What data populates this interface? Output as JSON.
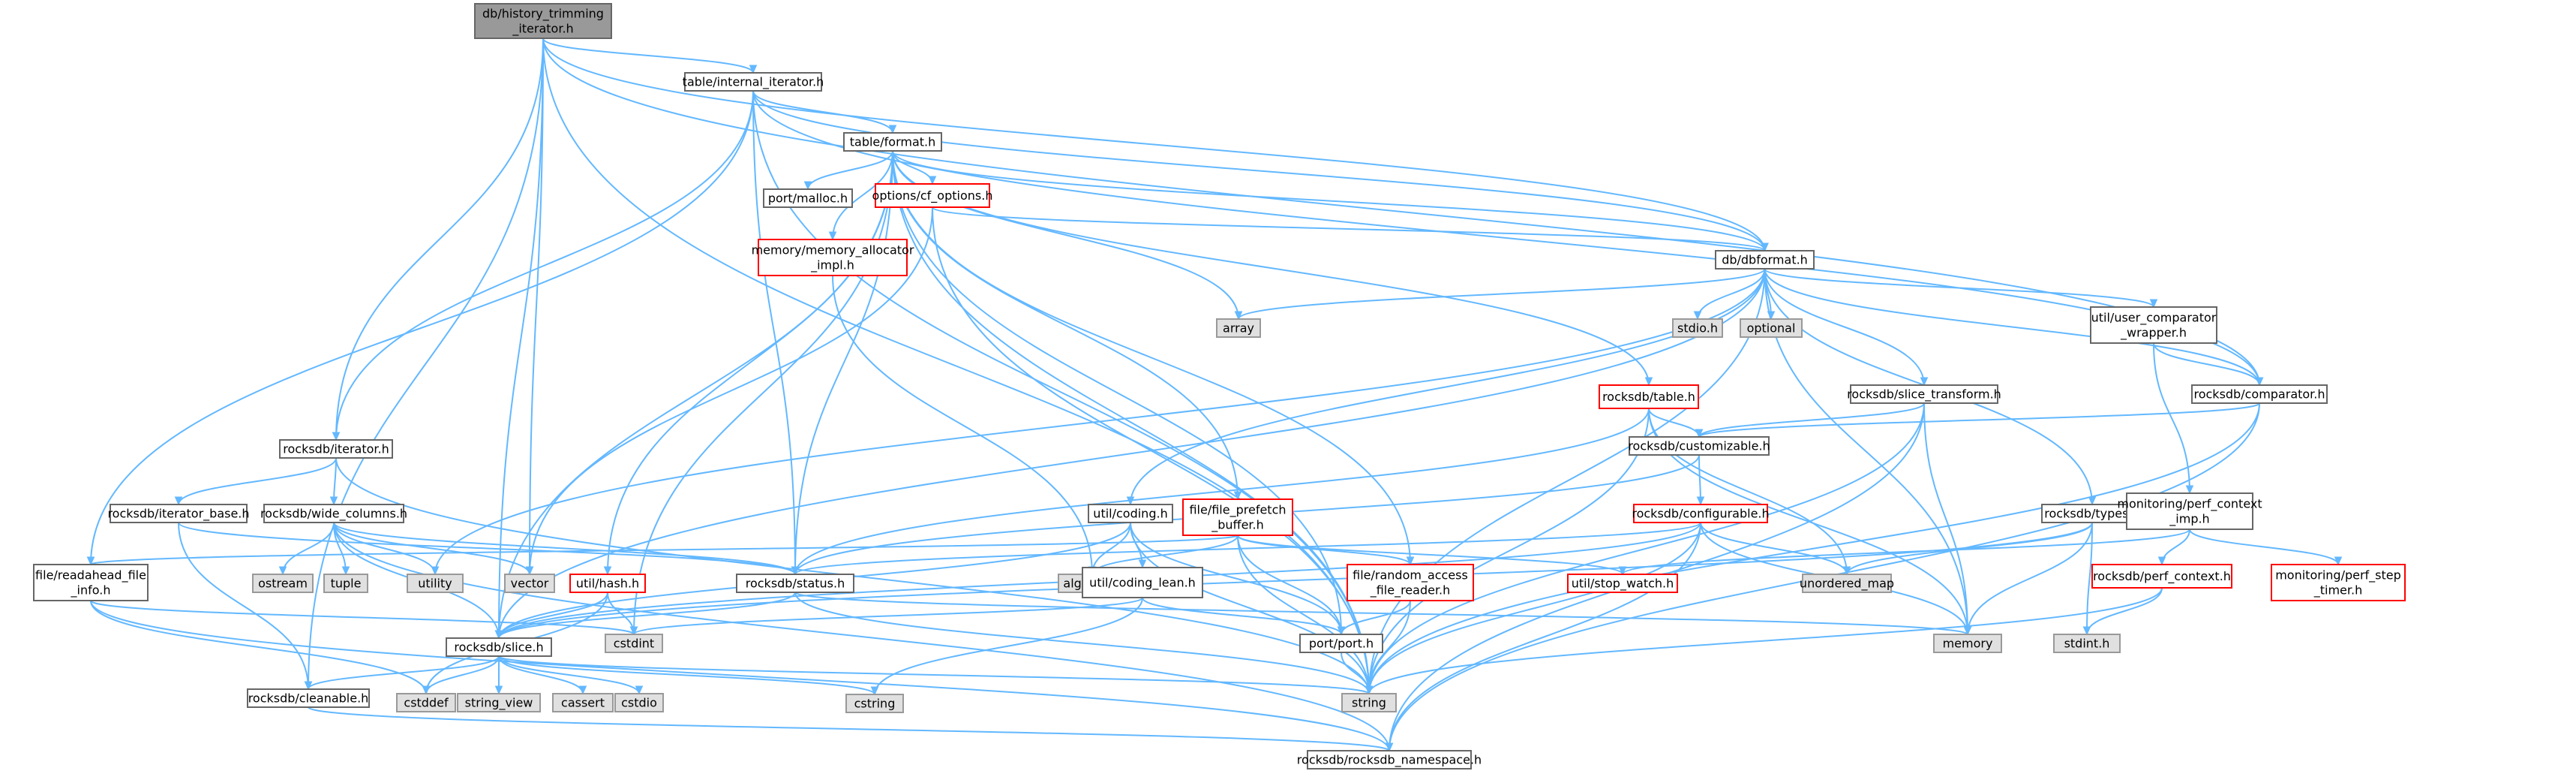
{
  "colors": {
    "root_fill": "#999999",
    "root_stroke": "#666666",
    "normal_fill": "#ffffff",
    "normal_stroke": "#666666",
    "red_stroke": "#ff0000",
    "system_fill": "#e0e0e0",
    "system_stroke": "#999999",
    "edge": "#63b8ff"
  },
  "nodes": [
    {
      "id": "root",
      "kind": "root",
      "lines": [
        "db/history_trimming",
        "_iterator.h"
      ]
    },
    {
      "id": "internal_iterator",
      "kind": "normal",
      "lines": [
        "table/internal_iterator.h"
      ]
    },
    {
      "id": "format",
      "kind": "normal",
      "lines": [
        "table/format.h"
      ]
    },
    {
      "id": "port_malloc",
      "kind": "normal",
      "lines": [
        "port/malloc.h"
      ]
    },
    {
      "id": "cf_options",
      "kind": "red",
      "lines": [
        "options/cf_options.h"
      ]
    },
    {
      "id": "mem_alloc",
      "kind": "red",
      "lines": [
        "memory/memory_allocator",
        "_impl.h"
      ]
    },
    {
      "id": "dbformat",
      "kind": "normal",
      "lines": [
        "db/dbformat.h"
      ]
    },
    {
      "id": "array",
      "kind": "system",
      "lines": [
        "array"
      ]
    },
    {
      "id": "stdio_h",
      "kind": "system",
      "lines": [
        "stdio.h"
      ]
    },
    {
      "id": "optional",
      "kind": "system",
      "lines": [
        "optional"
      ]
    },
    {
      "id": "user_cmp",
      "kind": "normal",
      "lines": [
        "util/user_comparator",
        "_wrapper.h"
      ]
    },
    {
      "id": "rtable",
      "kind": "red",
      "lines": [
        "rocksdb/table.h"
      ]
    },
    {
      "id": "slice_transform",
      "kind": "normal",
      "lines": [
        "rocksdb/slice_transform.h"
      ]
    },
    {
      "id": "comparator",
      "kind": "normal",
      "lines": [
        "rocksdb/comparator.h"
      ]
    },
    {
      "id": "customizable",
      "kind": "normal",
      "lines": [
        "rocksdb/customizable.h"
      ]
    },
    {
      "id": "riterator",
      "kind": "normal",
      "lines": [
        "rocksdb/iterator.h"
      ]
    },
    {
      "id": "iterator_base",
      "kind": "normal",
      "lines": [
        "rocksdb/iterator_base.h"
      ]
    },
    {
      "id": "wide_columns",
      "kind": "normal",
      "lines": [
        "rocksdb/wide_columns.h"
      ]
    },
    {
      "id": "coding",
      "kind": "normal",
      "lines": [
        "util/coding.h"
      ]
    },
    {
      "id": "file_prefetch",
      "kind": "red",
      "lines": [
        "file/file_prefetch",
        "_buffer.h"
      ]
    },
    {
      "id": "configurable",
      "kind": "red",
      "lines": [
        "rocksdb/configurable.h"
      ]
    },
    {
      "id": "types",
      "kind": "normal",
      "lines": [
        "rocksdb/types.h"
      ]
    },
    {
      "id": "perf_context_imp",
      "kind": "normal",
      "lines": [
        "monitoring/perf_context",
        "_imp.h"
      ]
    },
    {
      "id": "readahead",
      "kind": "normal",
      "lines": [
        "file/readahead_file",
        "_info.h"
      ]
    },
    {
      "id": "ostream",
      "kind": "system",
      "lines": [
        "ostream"
      ]
    },
    {
      "id": "tuple",
      "kind": "system",
      "lines": [
        "tuple"
      ]
    },
    {
      "id": "utility",
      "kind": "system",
      "lines": [
        "utility"
      ]
    },
    {
      "id": "vector",
      "kind": "system",
      "lines": [
        "vector"
      ]
    },
    {
      "id": "util_hash",
      "kind": "red",
      "lines": [
        "util/hash.h"
      ]
    },
    {
      "id": "status",
      "kind": "normal",
      "lines": [
        "rocksdb/status.h"
      ]
    },
    {
      "id": "algorithm",
      "kind": "system",
      "lines": [
        "algorithm"
      ]
    },
    {
      "id": "coding_lean",
      "kind": "normal",
      "lines": [
        "util/coding_lean.h"
      ]
    },
    {
      "id": "random_access",
      "kind": "red",
      "lines": [
        "file/random_access",
        "_file_reader.h"
      ]
    },
    {
      "id": "stop_watch",
      "kind": "red",
      "lines": [
        "util/stop_watch.h"
      ]
    },
    {
      "id": "unordered_map",
      "kind": "system",
      "lines": [
        "unordered_map"
      ]
    },
    {
      "id": "perf_context",
      "kind": "red",
      "lines": [
        "rocksdb/perf_context.h"
      ]
    },
    {
      "id": "perf_step_timer",
      "kind": "red",
      "lines": [
        "monitoring/perf_step",
        "_timer.h"
      ]
    },
    {
      "id": "cstdint",
      "kind": "system",
      "lines": [
        "cstdint"
      ]
    },
    {
      "id": "memory",
      "kind": "system",
      "lines": [
        "memory"
      ]
    },
    {
      "id": "slice",
      "kind": "normal",
      "lines": [
        "rocksdb/slice.h"
      ]
    },
    {
      "id": "port_port",
      "kind": "normal",
      "lines": [
        "port/port.h"
      ]
    },
    {
      "id": "stdint_h",
      "kind": "system",
      "lines": [
        "stdint.h"
      ]
    },
    {
      "id": "cleanable",
      "kind": "normal",
      "lines": [
        "rocksdb/cleanable.h"
      ]
    },
    {
      "id": "cstddef",
      "kind": "system",
      "lines": [
        "cstddef"
      ]
    },
    {
      "id": "string_view",
      "kind": "system",
      "lines": [
        "string_view"
      ]
    },
    {
      "id": "cassert",
      "kind": "system",
      "lines": [
        "cassert"
      ]
    },
    {
      "id": "cstdio",
      "kind": "system",
      "lines": [
        "cstdio"
      ]
    },
    {
      "id": "cstring",
      "kind": "system",
      "lines": [
        "cstring"
      ]
    },
    {
      "id": "string",
      "kind": "system",
      "lines": [
        "string"
      ]
    },
    {
      "id": "namespace",
      "kind": "normal",
      "lines": [
        "rocksdb/rocksdb_namespace.h"
      ]
    }
  ],
  "edges": [
    [
      "root",
      "internal_iterator"
    ],
    [
      "root",
      "dbformat"
    ],
    [
      "root",
      "riterator"
    ],
    [
      "root",
      "vector"
    ],
    [
      "root",
      "slice"
    ],
    [
      "root",
      "cleanable"
    ],
    [
      "root",
      "string"
    ],
    [
      "root",
      "comparator"
    ],
    [
      "internal_iterator",
      "format"
    ],
    [
      "internal_iterator",
      "dbformat"
    ],
    [
      "internal_iterator",
      "riterator"
    ],
    [
      "internal_iterator",
      "status"
    ],
    [
      "internal_iterator",
      "readahead"
    ],
    [
      "internal_iterator",
      "comparator"
    ],
    [
      "internal_iterator",
      "string"
    ],
    [
      "format",
      "port_malloc"
    ],
    [
      "format",
      "cf_options"
    ],
    [
      "format",
      "mem_alloc"
    ],
    [
      "format",
      "array"
    ],
    [
      "format",
      "rtable"
    ],
    [
      "format",
      "file_prefetch"
    ],
    [
      "format",
      "random_access"
    ],
    [
      "format",
      "port_port"
    ],
    [
      "format",
      "status"
    ],
    [
      "format",
      "slice"
    ],
    [
      "format",
      "util_hash"
    ],
    [
      "format",
      "cstdint"
    ],
    [
      "format",
      "string"
    ],
    [
      "format",
      "dbformat"
    ],
    [
      "cf_options",
      "dbformat"
    ],
    [
      "cf_options",
      "vector"
    ],
    [
      "cf_options",
      "string"
    ],
    [
      "mem_alloc",
      "algorithm"
    ],
    [
      "dbformat",
      "array"
    ],
    [
      "dbformat",
      "stdio_h"
    ],
    [
      "dbformat",
      "optional"
    ],
    [
      "dbformat",
      "user_cmp"
    ],
    [
      "dbformat",
      "slice_transform"
    ],
    [
      "dbformat",
      "comparator"
    ],
    [
      "dbformat",
      "types"
    ],
    [
      "dbformat",
      "coding"
    ],
    [
      "dbformat",
      "slice"
    ],
    [
      "dbformat",
      "utility"
    ],
    [
      "dbformat",
      "memory"
    ],
    [
      "dbformat",
      "string"
    ],
    [
      "user_cmp",
      "comparator"
    ],
    [
      "user_cmp",
      "perf_context_imp"
    ],
    [
      "rtable",
      "customizable"
    ],
    [
      "rtable",
      "status"
    ],
    [
      "rtable",
      "unordered_map"
    ],
    [
      "rtable",
      "memory"
    ],
    [
      "rtable",
      "string"
    ],
    [
      "slice_transform",
      "customizable"
    ],
    [
      "slice_transform",
      "memory"
    ],
    [
      "slice_transform",
      "string"
    ],
    [
      "slice_transform",
      "namespace"
    ],
    [
      "comparator",
      "customizable"
    ],
    [
      "comparator",
      "string"
    ],
    [
      "comparator",
      "namespace"
    ],
    [
      "customizable",
      "configurable"
    ],
    [
      "customizable",
      "status"
    ],
    [
      "riterator",
      "iterator_base"
    ],
    [
      "riterator",
      "wide_columns"
    ],
    [
      "riterator",
      "string"
    ],
    [
      "iterator_base",
      "status"
    ],
    [
      "iterator_base",
      "cleanable"
    ],
    [
      "wide_columns",
      "ostream"
    ],
    [
      "wide_columns",
      "tuple"
    ],
    [
      "wide_columns",
      "utility"
    ],
    [
      "wide_columns",
      "vector"
    ],
    [
      "wide_columns",
      "status"
    ],
    [
      "wide_columns",
      "slice"
    ],
    [
      "wide_columns",
      "namespace"
    ],
    [
      "coding",
      "coding_lean"
    ],
    [
      "coding",
      "algorithm"
    ],
    [
      "coding",
      "port_port"
    ],
    [
      "coding",
      "slice"
    ],
    [
      "coding",
      "string"
    ],
    [
      "file_prefetch",
      "random_access"
    ],
    [
      "file_prefetch",
      "stop_watch"
    ],
    [
      "file_prefetch",
      "algorithm"
    ],
    [
      "file_prefetch",
      "port_port"
    ],
    [
      "file_prefetch",
      "string"
    ],
    [
      "file_prefetch",
      "readahead"
    ],
    [
      "configurable",
      "status"
    ],
    [
      "configurable",
      "unordered_map"
    ],
    [
      "configurable",
      "memory"
    ],
    [
      "configurable",
      "string"
    ],
    [
      "configurable",
      "slice"
    ],
    [
      "configurable",
      "namespace"
    ],
    [
      "types",
      "stdint_h"
    ],
    [
      "types",
      "memory"
    ],
    [
      "types",
      "slice"
    ],
    [
      "types",
      "unordered_map"
    ],
    [
      "perf_context_imp",
      "perf_context"
    ],
    [
      "perf_context_imp",
      "perf_step_timer"
    ],
    [
      "perf_context_imp",
      "stop_watch"
    ],
    [
      "perf_context",
      "stdint_h"
    ],
    [
      "perf_context",
      "string"
    ],
    [
      "readahead",
      "cstdint"
    ],
    [
      "readahead",
      "cstddef"
    ],
    [
      "readahead",
      "namespace"
    ],
    [
      "util_hash",
      "cstdint"
    ],
    [
      "util_hash",
      "cstddef"
    ],
    [
      "util_hash",
      "slice"
    ],
    [
      "status",
      "slice"
    ],
    [
      "status",
      "memory"
    ],
    [
      "status",
      "string"
    ],
    [
      "coding_lean",
      "cstdint"
    ],
    [
      "coding_lean",
      "cstring"
    ],
    [
      "coding_lean",
      "port_port"
    ],
    [
      "random_access",
      "port_port"
    ],
    [
      "random_access",
      "string"
    ],
    [
      "port_port",
      "string"
    ],
    [
      "slice",
      "cstddef"
    ],
    [
      "slice",
      "string_view"
    ],
    [
      "slice",
      "cassert"
    ],
    [
      "slice",
      "cstdio"
    ],
    [
      "slice",
      "cstring"
    ],
    [
      "slice",
      "string"
    ],
    [
      "slice",
      "cleanable"
    ],
    [
      "cleanable",
      "namespace"
    ]
  ]
}
